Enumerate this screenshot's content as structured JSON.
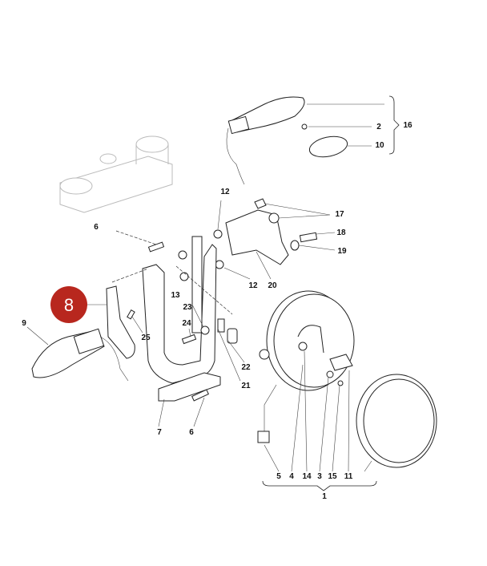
{
  "diagram": {
    "callout": {
      "label": "8",
      "color": "#b8271e"
    },
    "labels": {
      "p16": "16",
      "p2": "2",
      "p10": "10",
      "p12a": "12",
      "p17": "17",
      "p18": "18",
      "p19": "19",
      "p12b": "12",
      "p20": "20",
      "p6a": "6",
      "p13": "13",
      "p9": "9",
      "p25": "25",
      "p23": "23",
      "p24": "24",
      "p22": "22",
      "p21": "21",
      "p7": "7",
      "p6b": "6",
      "p5": "5",
      "p4": "4",
      "p14": "14",
      "p3": "3",
      "p15": "15",
      "p11": "11",
      "p1": "1"
    }
  }
}
